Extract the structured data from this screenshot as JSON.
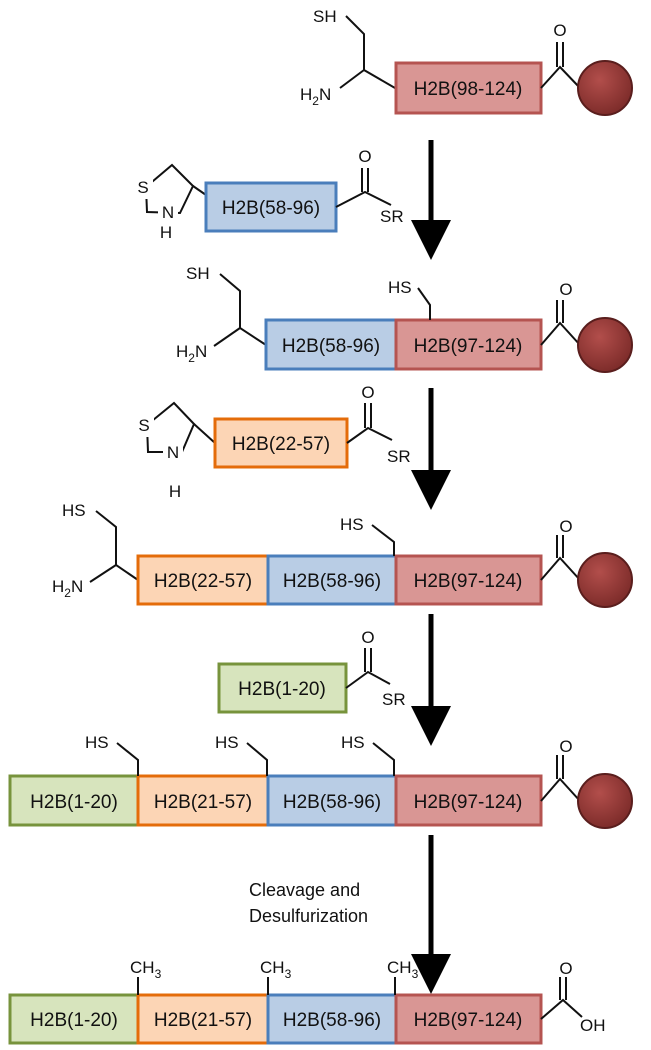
{
  "colors": {
    "red_fill": "#d99694",
    "red_stroke": "#b55451",
    "blue_fill": "#b9cde5",
    "blue_stroke": "#4a7ebb",
    "orange_fill": "#fcd5b5",
    "orange_stroke": "#e46c0a",
    "green_fill": "#d7e4bd",
    "green_stroke": "#77933c",
    "bead": "#953735"
  },
  "labels": {
    "sh": "SH",
    "hs": "HS",
    "h2n_h": "H",
    "h2n_sub": "2",
    "h2n_n": "N",
    "o": "O",
    "sr": "SR",
    "s": "S",
    "n": "N",
    "h": "H",
    "ch3_c": "CH",
    "ch3_sub": "3",
    "oh": "OH"
  },
  "segments": {
    "h2b_98_124": "H2B(98-124)",
    "h2b_58_96": "H2B(58-96)",
    "h2b_97_124": "H2B(97-124)",
    "h2b_22_57": "H2B(22-57)",
    "h2b_1_20": "H2B(1-20)",
    "h2b_21_57": "H2B(21-57)"
  },
  "step_note": {
    "line1": "Cleavage and",
    "line2": "Desulfurization"
  }
}
